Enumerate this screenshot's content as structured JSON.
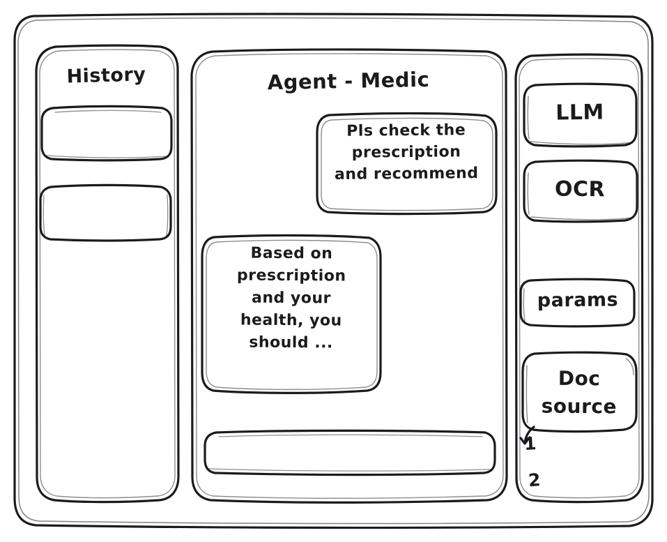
{
  "window": {
    "name": "agent-medic-wireframe",
    "stroke_color": "#1b1b1f",
    "background_color": "#ffffff"
  },
  "sidebar": {
    "title": "History",
    "items": [
      {
        "label": "",
        "name": "history-item-1"
      },
      {
        "label": "",
        "name": "history-item-2"
      }
    ]
  },
  "main": {
    "title": "Agent - Medic",
    "messages": [
      {
        "role": "user",
        "text": "Pls check the\nprescription\nand recommend"
      },
      {
        "role": "assistant",
        "text": "Based on\nprescription\nand your\nhealth, you\nshould ..."
      }
    ],
    "composer": {
      "value": "",
      "placeholder": ""
    }
  },
  "tools_panel": {
    "chips": [
      {
        "label": "LLM",
        "name": "tool-chip-llm"
      },
      {
        "label": "OCR",
        "name": "tool-chip-ocr"
      },
      {
        "label": "params",
        "name": "tool-chip-params"
      },
      {
        "label": "Doc\nsource",
        "name": "tool-chip-doc-source"
      }
    ],
    "doc_sources": [
      {
        "index": "1"
      },
      {
        "index": "2"
      }
    ]
  }
}
